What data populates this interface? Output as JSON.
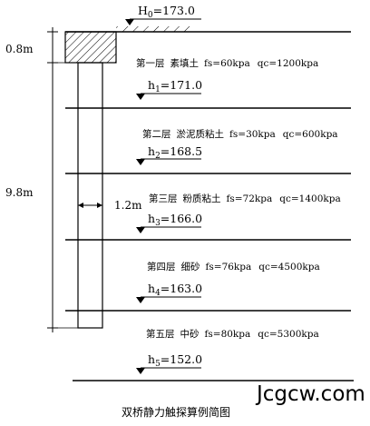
{
  "levels": {
    "h0": {
      "base": "H",
      "sub": "0",
      "rest": "=173.0"
    },
    "h1": {
      "base": "h",
      "sub": "1",
      "rest": "=171.0"
    },
    "h2": {
      "base": "h",
      "sub": "2",
      "rest": "=168.5"
    },
    "h3": {
      "base": "h",
      "sub": "3",
      "rest": "=166.0"
    },
    "h4": {
      "base": "h",
      "sub": "4",
      "rest": "=163.0"
    },
    "h5": {
      "base": "h",
      "sub": "5",
      "rest": "=152.0"
    }
  },
  "layers": [
    {
      "name": "第一层",
      "soil": "素填土",
      "fs": "fs=60kpa",
      "qc": "qc=1200kpa"
    },
    {
      "name": "第二层",
      "soil": "淤泥质粘土",
      "fs": "fs=30kpa",
      "qc": "qc=600kpa"
    },
    {
      "name": "第三层",
      "soil": "粉质粘土",
      "fs": "fs=72kpa",
      "qc": "qc=1400kpa"
    },
    {
      "name": "第四层",
      "soil": "细砂",
      "fs": "fs=76kpa",
      "qc": "qc=4500kpa"
    },
    {
      "name": "第五层",
      "soil": "中砂",
      "fs": "fs=80kpa",
      "qc": "qc=5300kpa"
    }
  ],
  "dimensions": {
    "cap_depth": "0.8m",
    "pile_length": "9.8m",
    "pile_width": "1.2m"
  },
  "caption": "双桥静力触探算例简图",
  "watermark": "Jcgcw.com"
}
